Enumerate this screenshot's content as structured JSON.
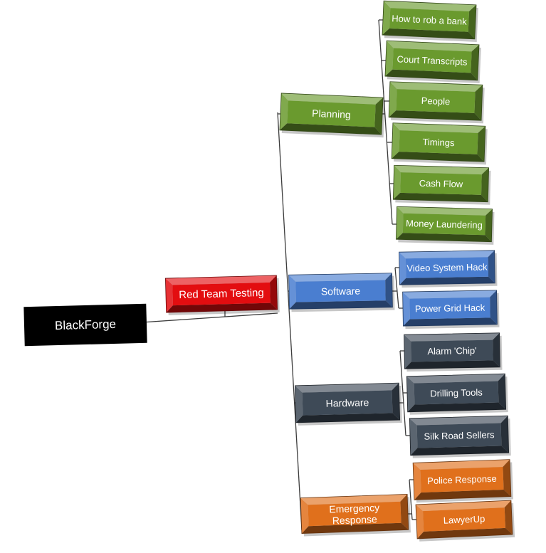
{
  "root": {
    "label": "BlackForge",
    "color": "#000000"
  },
  "level1": {
    "label": "Red Team Testing",
    "color": "#e30d10"
  },
  "categories": [
    {
      "label": "Planning",
      "color": "#6a9a2e",
      "items": [
        "How to rob a bank",
        "Court Transcripts",
        "People",
        "Timings",
        "Cash Flow",
        "Money Laundering"
      ]
    },
    {
      "label": "Software",
      "color": "#4a7ed0",
      "items": [
        "Video System Hack",
        "Power Grid Hack"
      ]
    },
    {
      "label": "Hardware",
      "color": "#3e4a57",
      "items": [
        "Alarm 'Chip'",
        "Drilling Tools",
        "Silk Road Sellers"
      ]
    },
    {
      "label": "Emergency Response",
      "color": "#e0701c",
      "items": [
        "Police Response",
        "LawyerUp"
      ]
    }
  ]
}
